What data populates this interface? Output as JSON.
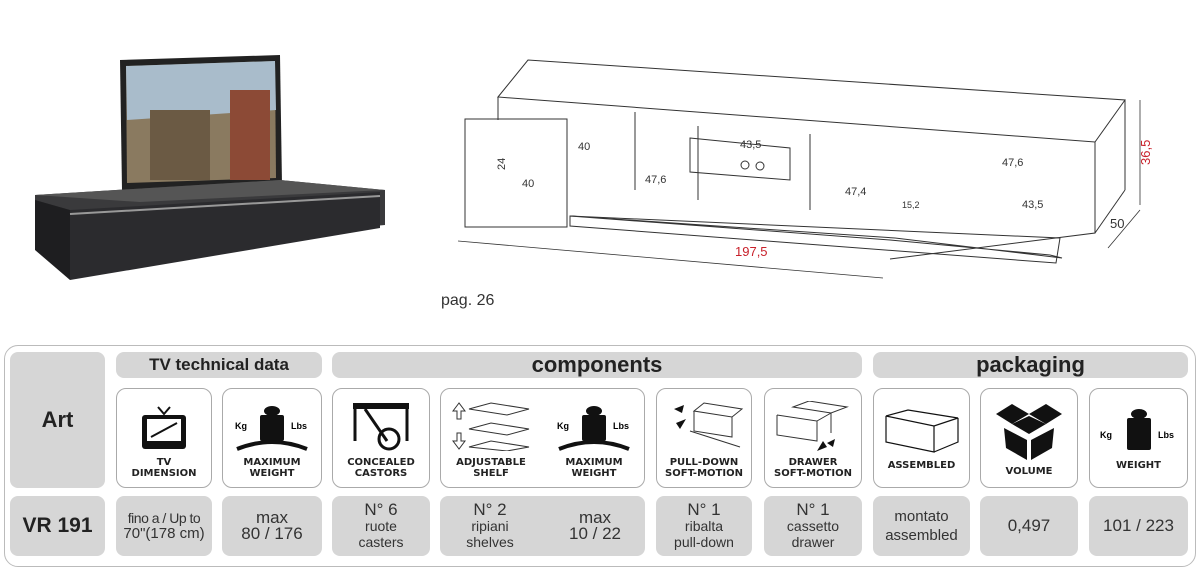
{
  "drawing": {
    "page_ref": "pag. 26",
    "dimensions": {
      "width": "197,5",
      "height": "36,5",
      "depth": "50",
      "drawer_h": "24",
      "drawer_w": "40",
      "drawer_d": "40",
      "left_inner_w": "47,6",
      "center_inner_w": "47,4",
      "right_inner_w": "47,6",
      "left_inner_d": "43,5",
      "right_inner_d": "43,5",
      "center_h": "15,2"
    }
  },
  "table": {
    "headers": {
      "art": "Art",
      "tv": "TV technical data",
      "components": "components",
      "packaging": "packaging"
    },
    "icons": [
      {
        "name": "tv-dimension-icon",
        "label1": "TV",
        "label2": "DIMENSION"
      },
      {
        "name": "maximum-weight-icon",
        "label1": "MAXIMUM",
        "label2": "WEIGHT"
      },
      {
        "name": "concealed-castors-icon",
        "label1": "CONCEALED",
        "label2": "CASTORS"
      },
      {
        "name": "adjustable-shelf-icon",
        "label1": "ADJUSTABLE",
        "label2": "SHELF"
      },
      {
        "name": "shelf-maximum-weight-icon",
        "label1": "MAXIMUM",
        "label2": "WEIGHT"
      },
      {
        "name": "pull-down-icon",
        "label1": "PULL-DOWN",
        "label2": "SOFT-MOTION"
      },
      {
        "name": "drawer-icon",
        "label1": "DRAWER",
        "label2": "SOFT-MOTION"
      },
      {
        "name": "assembled-icon",
        "label1": "ASSEMBLED",
        "label2": ""
      },
      {
        "name": "volume-icon",
        "label1": "VOLUME",
        "label2": ""
      },
      {
        "name": "weight-icon",
        "label1": "WEIGHT",
        "label2": ""
      }
    ],
    "kg": "Kg",
    "lbs": "Lbs",
    "article": "VR 191",
    "values": [
      {
        "l1": "fino a / Up to",
        "l2": "70\"(178 cm)",
        "l3": ""
      },
      {
        "l1": "max",
        "l2": "80 / 176",
        "l3": ""
      },
      {
        "l1": "N° 6",
        "l2": "ruote",
        "l3": "casters"
      },
      {
        "l1": "N° 2",
        "l2": "ripiani",
        "l3": "shelves"
      },
      {
        "l1": "max",
        "l2": "10 / 22",
        "l3": ""
      },
      {
        "l1": "N° 1",
        "l2": "ribalta",
        "l3": "pull-down"
      },
      {
        "l1": "N° 1",
        "l2": "cassetto",
        "l3": "drawer"
      },
      {
        "l1": "montato",
        "l2": "assembled",
        "l3": ""
      },
      {
        "l1": "0,497",
        "l2": "",
        "l3": ""
      },
      {
        "l1": "101 / 223",
        "l2": "",
        "l3": ""
      }
    ]
  }
}
